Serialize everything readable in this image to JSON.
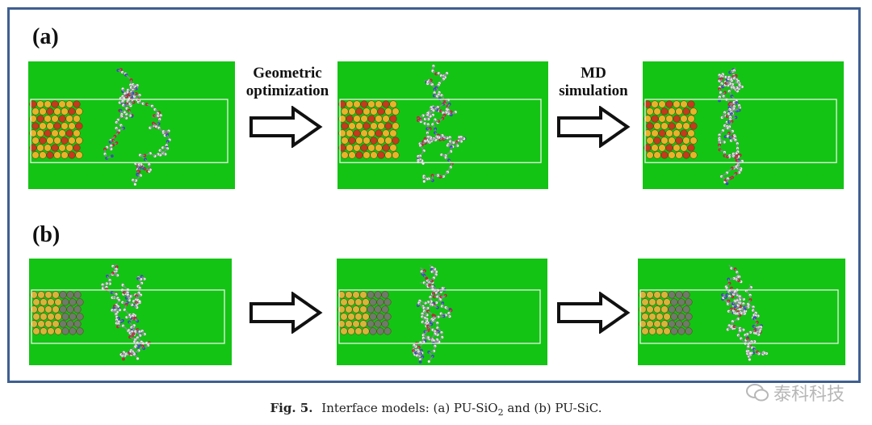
{
  "rows": {
    "a": {
      "label": "(a)"
    },
    "b": {
      "label": "(b)"
    }
  },
  "steps": {
    "step1": {
      "line1": "Geometric",
      "line2": "optimization"
    },
    "step2": {
      "line1": "MD",
      "line2": "simulation"
    }
  },
  "caption": {
    "fig": "Fig. 5.",
    "text_pre": "Interface models: (a) PU-SiO",
    "subscript": "2",
    "text_post": " and (b) PU-SiC."
  },
  "watermark": {
    "text": "泰科科技"
  },
  "colors": {
    "panel_green": "#14c414",
    "frame_blue": "#3f5f91",
    "sio2_gold": "#e8b32a",
    "sio2_red": "#c43a1c",
    "sic_gold": "#d9b43a",
    "sic_gray": "#6f7a6a"
  }
}
